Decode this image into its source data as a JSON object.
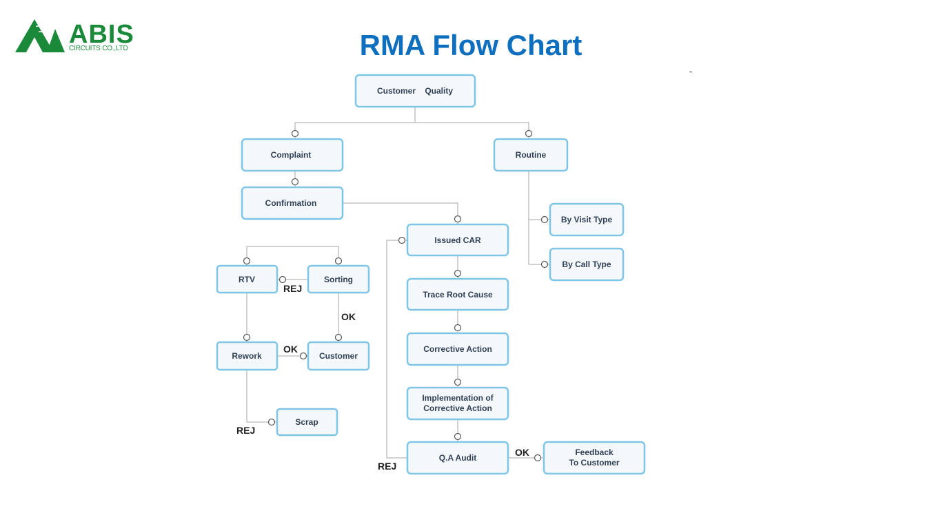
{
  "header": {
    "logo_text": "ABIS",
    "logo_subtext": "CIRCUITS CO.,LTD",
    "title": "RMA Flow Chart"
  },
  "colors": {
    "title": "#0f6fbf",
    "logo_green": "#1a8a3a",
    "box_border": "#7fc6e6",
    "box_fill": "#f4f8fb",
    "connector": "#b8b8b8"
  },
  "flow": {
    "nodes": {
      "customer_quality": "Customer    Quality",
      "complaint": "Complaint",
      "routine": "Routine",
      "confirmation": "Confirmation",
      "by_visit_type": "By Visit Type",
      "by_call_type": "By Call Type",
      "issued_car": "Issued CAR",
      "trace_root_cause": "Trace Root Cause",
      "corrective_action": "Corrective Action",
      "implementation_line1": "Implementation of",
      "implementation_line2": "Corrective Action",
      "qa_audit": "Q.A Audit",
      "feedback_line1": "Feedback",
      "feedback_line2": "To Customer",
      "rtv": "RTV",
      "sorting": "Sorting",
      "rework": "Rework",
      "customer": "Customer",
      "scrap": "Scrap"
    },
    "edge_labels": {
      "sorting_to_rtv": "REJ",
      "sorting_to_customer": "OK",
      "rework_to_customer": "OK",
      "rework_to_scrap": "REJ",
      "qa_to_issued_car": "REJ",
      "qa_to_feedback": "OK"
    }
  }
}
